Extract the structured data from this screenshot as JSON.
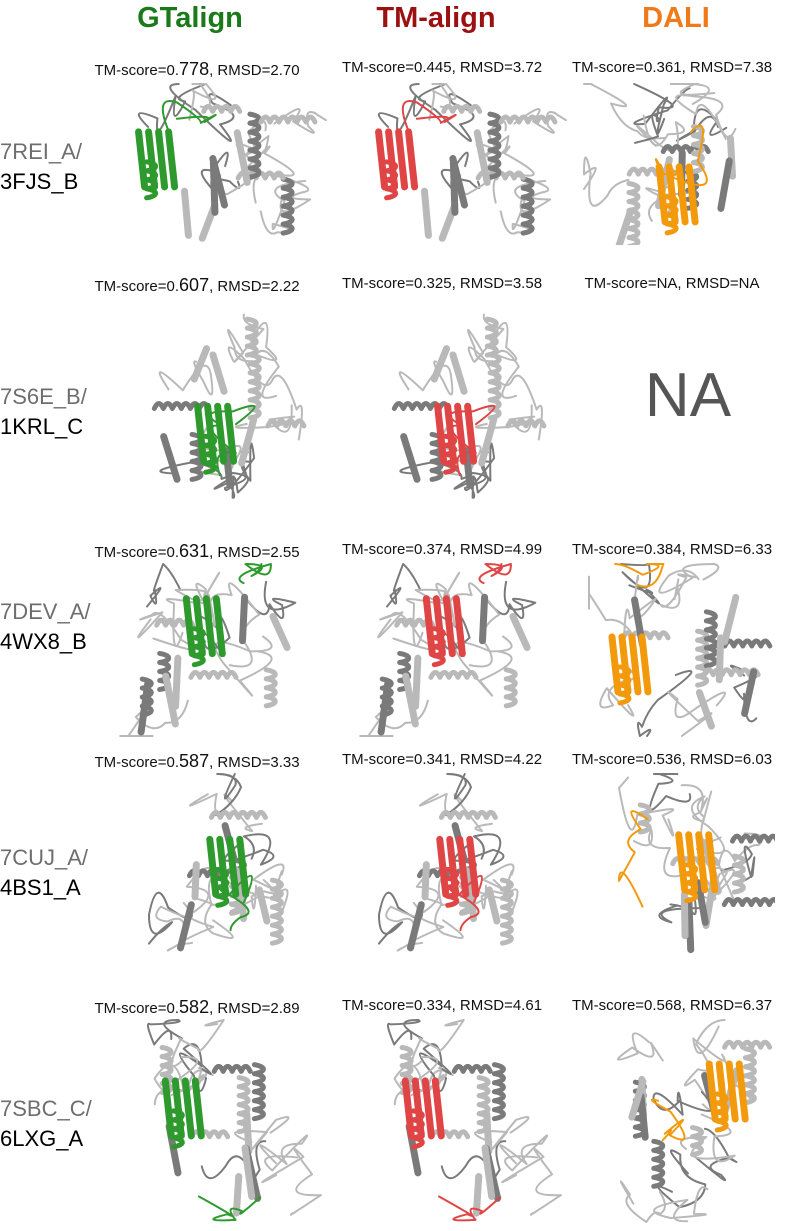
{
  "methods": [
    {
      "name": "GTalign",
      "color": "#1a7a1a"
    },
    {
      "name": "TM-align",
      "color": "#9b1010"
    },
    {
      "name": "DALI",
      "color": "#f07a1a"
    }
  ],
  "highlight_colors": {
    "GTalign": "#2e9a2e",
    "TM-align": "#e04545",
    "DALI": "#f29a0c",
    "structure": "#b9b9b9"
  },
  "rows": [
    {
      "query": "7REI_A/",
      "target": "3FJS_B",
      "cells": [
        {
          "prefix": "TM-score=0.",
          "bold": "778",
          "suffix": ", RMSD=2.70"
        },
        {
          "prefix": "TM-score=0.445, RMSD=3.72",
          "bold": "",
          "suffix": ""
        },
        {
          "prefix": "TM-score=0.361, RMSD=7.38",
          "bold": "",
          "suffix": ""
        }
      ]
    },
    {
      "query": "7S6E_B/",
      "target": "1KRL_C",
      "cells": [
        {
          "prefix": "TM-score=0.",
          "bold": "607",
          "suffix": ", RMSD=2.22"
        },
        {
          "prefix": "TM-score=0.325, RMSD=3.58",
          "bold": "",
          "suffix": ""
        },
        {
          "prefix": "TM-score=NA, RMSD=NA",
          "bold": "",
          "suffix": ""
        }
      ],
      "na_label": "NA"
    },
    {
      "query": "7DEV_A/",
      "target": "4WX8_B",
      "cells": [
        {
          "prefix": "TM-score=0.",
          "bold": "631",
          "suffix": ", RMSD=2.55"
        },
        {
          "prefix": "TM-score=0.374, RMSD=4.99",
          "bold": "",
          "suffix": ""
        },
        {
          "prefix": "TM-score=0.384, RMSD=6.33",
          "bold": "",
          "suffix": ""
        }
      ]
    },
    {
      "query": "7CUJ_A/",
      "target": "4BS1_A",
      "cells": [
        {
          "prefix": "TM-score=0.",
          "bold": "587",
          "suffix": ", RMSD=3.33"
        },
        {
          "prefix": "TM-score=0.341, RMSD=4.22",
          "bold": "",
          "suffix": ""
        },
        {
          "prefix": "TM-score=0.536, RMSD=6.03",
          "bold": "",
          "suffix": ""
        }
      ]
    },
    {
      "query": "7SBC_C/",
      "target": "6LXG_A",
      "cells": [
        {
          "prefix": "TM-score=0.",
          "bold": "582",
          "suffix": ", RMSD=2.89"
        },
        {
          "prefix": "TM-score=0.334, RMSD=4.61",
          "bold": "",
          "suffix": ""
        },
        {
          "prefix": "TM-score=0.568, RMSD=6.37",
          "bold": "",
          "suffix": ""
        }
      ]
    }
  ]
}
